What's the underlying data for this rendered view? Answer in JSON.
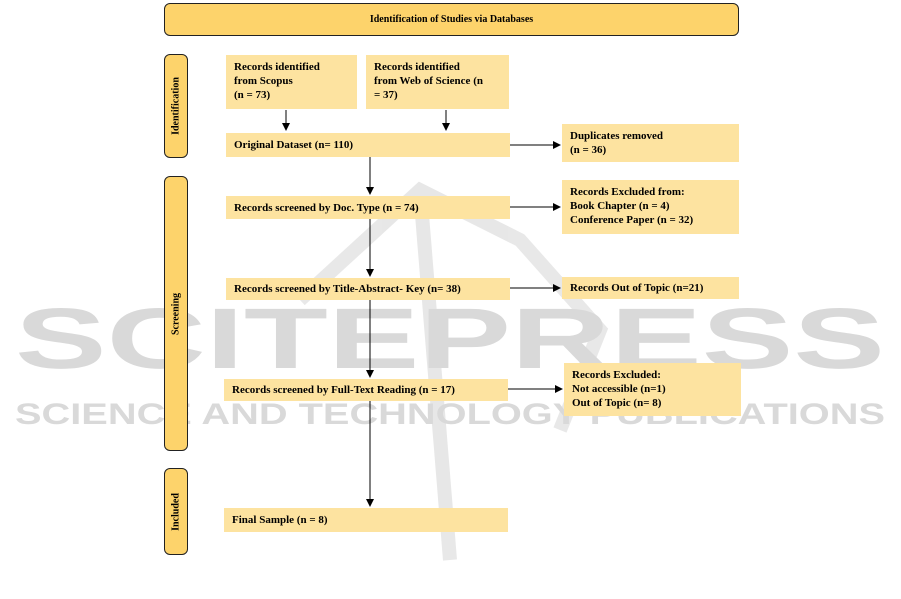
{
  "header": {
    "title": "Identification of Studies via Databases"
  },
  "phases": {
    "identification": "Identification",
    "screening": "Screening",
    "included": "Included"
  },
  "boxes": {
    "scopus": "Records identified\nfrom Scopus\n(n = 73)",
    "wos": "Records identified\nfrom Web of Science (n\n= 37)",
    "original": "Original Dataset (n= 110)",
    "duplicates": "Duplicates removed\n (n = 36)",
    "doc_type": "Records screened by Doc. Type (n = 74)",
    "excluded_doc": "Records Excluded from:\nBook Chapter (n = 4)\nConference Paper (n = 32)",
    "title_abstract": "Records screened by Title-Abstract- Key (n= 38)",
    "out_of_topic": "Records Out of Topic  (n=21)",
    "full_text": "Records screened by Full-Text Reading (n = 17)",
    "excluded_full": "Records Excluded:\nNot accessible (n=1)\nOut of Topic (n= 8)",
    "final": "Final Sample (n = 8)"
  },
  "watermark": {
    "brand": "SCITEPRESS",
    "tagline": "SCIENCE AND TECHNOLOGY PUBLICATIONS",
    "color": "#d9d9d9"
  }
}
